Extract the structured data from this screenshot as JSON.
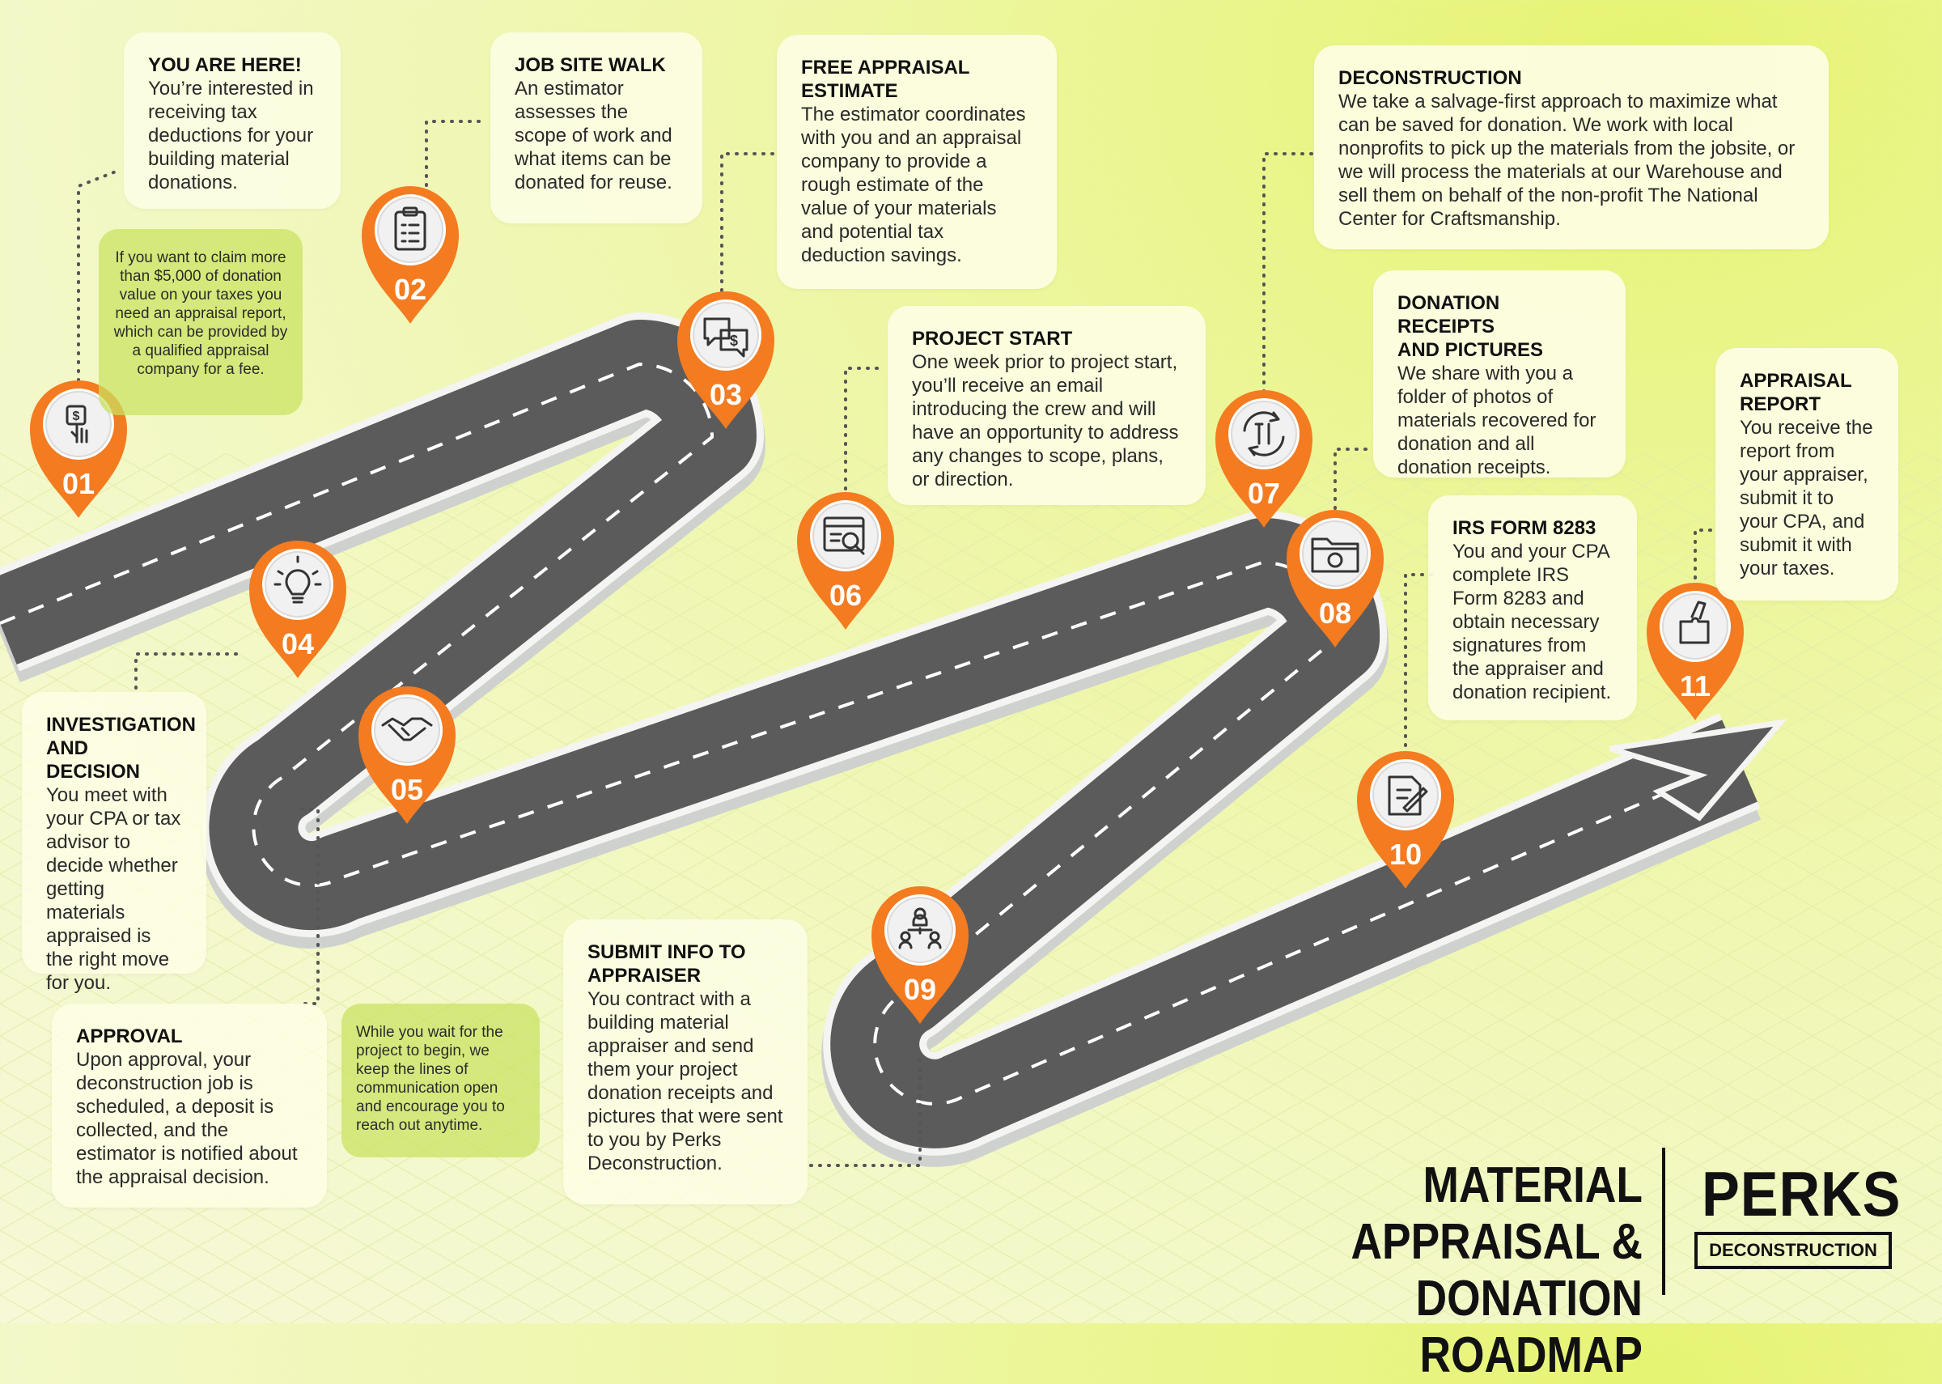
{
  "steps": [
    {
      "num": "01",
      "title": "YOU ARE HERE!",
      "text": "You’re interested in receiving tax deductions for your building material donations.",
      "icon": "hand-dollar-icon"
    },
    {
      "num": "02",
      "title": "JOB SITE WALK",
      "text": "An estimator assesses the scope of work and what items can be donated for reuse.",
      "icon": "clipboard-icon"
    },
    {
      "num": "03",
      "title": "FREE APPRAISAL\nESTIMATE",
      "text": "The estimator coordinates with you and an appraisal company to provide a rough estimate of the value of your materials and potential tax deduction savings.",
      "icon": "chat-dollar-icon"
    },
    {
      "num": "04",
      "title": "INVESTIGATION\nAND DECISION",
      "text": "You meet with your CPA or tax advisor to decide whether getting materials appraised is the right move for you.",
      "icon": "lightbulb-icon"
    },
    {
      "num": "05",
      "title": "APPROVAL",
      "text": "Upon approval, your deconstruction job is scheduled, a deposit is collected, and the estimator is notified about the appraisal decision.",
      "icon": "handshake-icon"
    },
    {
      "num": "06",
      "title": "PROJECT START",
      "text": "One week prior to project start, you’ll receive an email introducing the crew and will have an opportunity to address any changes to scope, plans, or direction.",
      "icon": "browser-search-icon"
    },
    {
      "num": "07",
      "title": "DECONSTRUCTION",
      "text": "We take a salvage-first approach to maximize what can be saved for donation. We work with local nonprofits to pick up the materials from the jobsite, or we will process the materials at our Warehouse and sell them on behalf of the non-profit The National Center for Craftsmanship.",
      "icon": "tools-cycle-icon"
    },
    {
      "num": "08",
      "title": "DONATION RECEIPTS\nAND PICTURES",
      "text": "We share with you a folder of photos of materials recovered for donation and all donation receipts.",
      "icon": "folder-icon"
    },
    {
      "num": "09",
      "title": "SUBMIT INFO TO\nAPPRAISER",
      "text": "You contract with a building material appraiser and send them your project donation receipts and pictures that were sent to you by Perks Deconstruction.",
      "icon": "network-people-icon"
    },
    {
      "num": "10",
      "title": "IRS FORM 8283",
      "text": "You and your CPA complete IRS Form 8283 and obtain necessary signatures from the appraiser and donation recipient.",
      "icon": "form-pencil-icon"
    },
    {
      "num": "11",
      "title": "APPRAISAL\nREPORT",
      "text": "You receive the report from your appraiser, submit it to your CPA, and submit it with your taxes.",
      "icon": "puzzle-hand-icon"
    }
  ],
  "notes": {
    "appraisal_threshold": "If you want to claim more than $5,000 of donation value on your taxes you need an appraisal report, which can be provided by a qualified appraisal company for a fee.",
    "waiting": "While you wait for the project to begin, we keep the lines of communication open and encourage you to reach out anytime."
  },
  "footer": {
    "title": "MATERIAL APPRAISAL & DONATION ROADMAP",
    "brand": "PERKS",
    "brand_sub": "DECONSTRUCTION"
  },
  "colors": {
    "accent": "#f47b20",
    "road": "#5c5c5c",
    "background": "#eef6a4"
  }
}
